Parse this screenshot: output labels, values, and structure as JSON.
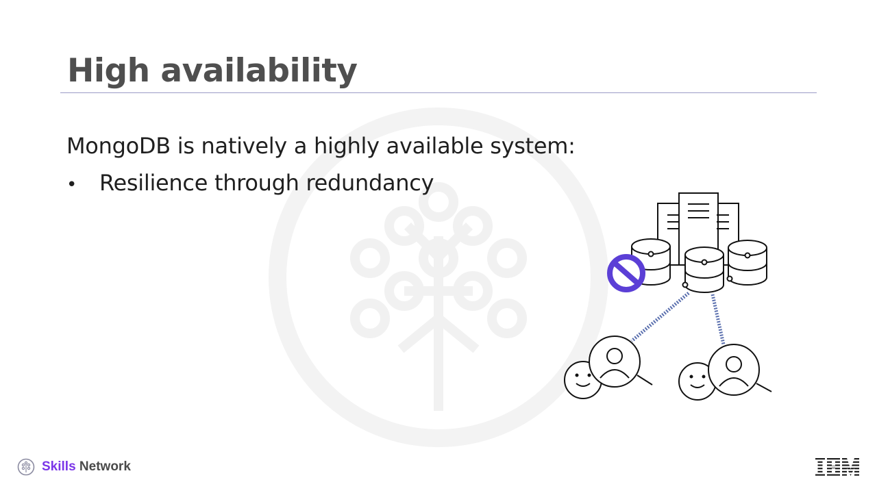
{
  "slide": {
    "title": "High availability",
    "intro": "MongoDB is natively a highly available system:",
    "bullets": [
      {
        "marker": "•",
        "text": "Resilience through redundancy"
      }
    ]
  },
  "illustration": {
    "failed_node_badge_color": "#5b3fd6",
    "replication_link_color": "#5a6fae",
    "icons": [
      "server-rack-icon",
      "database-icon",
      "prohibited-icon",
      "user-icon",
      "smiley-icon"
    ]
  },
  "footer": {
    "brand_strong": "Skills",
    "brand_light": " Network",
    "brand_color": "#7b35e8",
    "company_logo": "IBM"
  }
}
